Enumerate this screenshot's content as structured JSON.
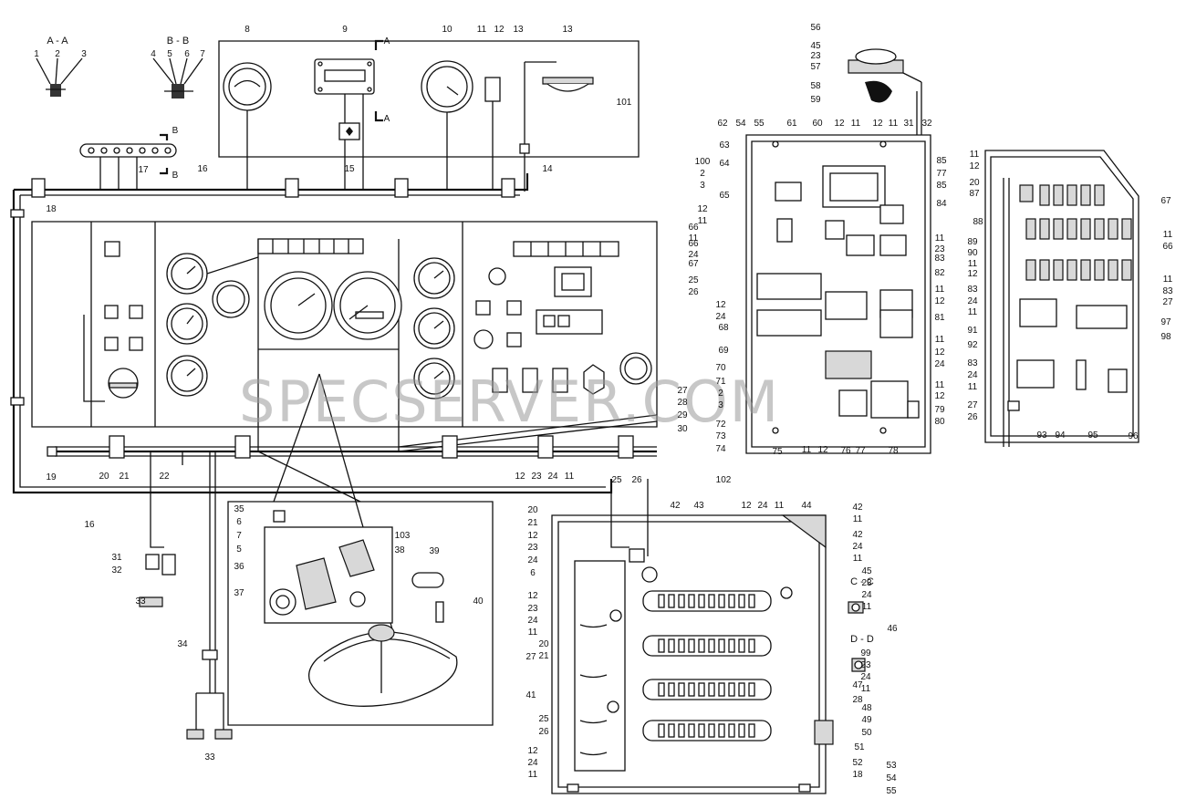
{
  "watermark": "SPECSERVER.COM",
  "sections": [
    "A - A",
    "B - B",
    "C - C",
    "D - D"
  ],
  "callouts": [
    "1",
    "2",
    "3",
    "4",
    "5",
    "6",
    "7",
    "8",
    "9",
    "10",
    "11",
    "12",
    "13",
    "13",
    "14",
    "15",
    "16",
    "16",
    "17",
    "18",
    "19",
    "20",
    "21",
    "22",
    "25",
    "26",
    "27",
    "28",
    "29",
    "30",
    "12",
    "23",
    "24",
    "11",
    "31",
    "32",
    "33",
    "33",
    "34",
    "35",
    "36",
    "37",
    "38",
    "39",
    "40",
    "103",
    "6",
    "7",
    "5",
    "102",
    "42",
    "43",
    "44",
    "12",
    "24",
    "11",
    "20",
    "21",
    "12",
    "23",
    "24",
    "6",
    "12",
    "23",
    "24",
    "11",
    "20",
    "21",
    "27",
    "41",
    "25",
    "26",
    "12",
    "24",
    "11",
    "42",
    "11",
    "42",
    "24",
    "11",
    "45",
    "23",
    "24",
    "11",
    "46",
    "99",
    "23",
    "24",
    "11",
    "47",
    "28",
    "48",
    "49",
    "50",
    "51",
    "52",
    "18",
    "53",
    "54",
    "55",
    "56",
    "45",
    "23",
    "57",
    "58",
    "59",
    "62",
    "54",
    "55",
    "61",
    "60",
    "12",
    "11",
    "12",
    "11",
    "31",
    "32",
    "63",
    "100",
    "2",
    "3",
    "64",
    "65",
    "12",
    "11",
    "66",
    "11",
    "66",
    "24",
    "67",
    "25",
    "26",
    "12",
    "24",
    "68",
    "69",
    "70",
    "71",
    "2",
    "3",
    "72",
    "73",
    "74",
    "75",
    "11",
    "12",
    "76",
    "77",
    "78",
    "79",
    "80",
    "85",
    "77",
    "85",
    "84",
    "11",
    "23",
    "83",
    "82",
    "11",
    "12",
    "81",
    "11",
    "12",
    "24",
    "11",
    "12",
    "11",
    "12",
    "20",
    "87",
    "67",
    "88",
    "11",
    "66",
    "89",
    "90",
    "11",
    "12",
    "11",
    "83",
    "27",
    "83",
    "24",
    "11",
    "91",
    "97",
    "92",
    "98",
    "83",
    "24",
    "11",
    "27",
    "26",
    "93",
    "94",
    "95",
    "96",
    "101",
    "A",
    "A",
    "B",
    "B"
  ]
}
